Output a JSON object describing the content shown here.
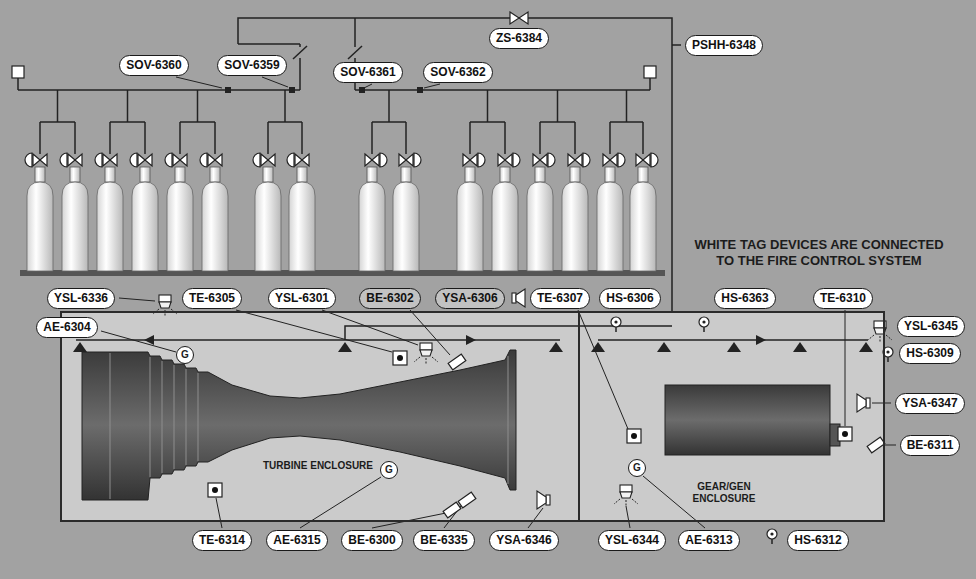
{
  "diagram": {
    "nodes": [
      {
        "text": [
          "SOV-6360"
        ]
      },
      {
        "text": [
          "SOV-6359"
        ]
      },
      {
        "text": [
          "ZS-6384"
        ]
      },
      {
        "text": [
          "SOV-6361"
        ]
      },
      {
        "text": [
          "SOV-6362"
        ]
      },
      {
        "text": [
          "PSHH-6348"
        ]
      },
      {
        "text": [
          "YSL-6336"
        ]
      },
      {
        "text": [
          "TE-6305"
        ]
      },
      {
        "text": [
          "YSL-6301"
        ]
      },
      {
        "text": [
          "BE-6302"
        ]
      },
      {
        "text": [
          "YSA-6306"
        ]
      },
      {
        "text": [
          "TE-6307"
        ]
      },
      {
        "text": [
          "HS-6306"
        ]
      },
      {
        "text": [
          "HS-6363"
        ]
      },
      {
        "text": [
          "TE-6310"
        ]
      },
      {
        "text": [
          "TURBINE ENCLOSURE"
        ]
      },
      {
        "text": [
          "G"
        ],
        "in": 15
      },
      {
        "text": [
          "G"
        ],
        "in": 15
      },
      {
        "text": [
          "GEAR/GEN ENCLOSURE"
        ]
      },
      {
        "text": [
          "G"
        ],
        "in": 18
      },
      {
        "text": [
          "AE-6304"
        ]
      },
      {
        "text": [
          "YSL-6345"
        ]
      },
      {
        "text": [
          "HS-6309"
        ]
      },
      {
        "text": [
          "YSA-6347"
        ]
      },
      {
        "text": [
          "BE-6311"
        ]
      },
      {
        "text": [
          "TE-6314"
        ]
      },
      {
        "text": [
          "AE-6315"
        ]
      },
      {
        "text": [
          "BE-6300"
        ]
      },
      {
        "text": [
          "BE-6335"
        ]
      },
      {
        "text": [
          "YSA-6346"
        ]
      },
      {
        "text": [
          "YSL-6344"
        ]
      },
      {
        "text": [
          "AE-6313"
        ]
      },
      {
        "text": [
          "HS-6312"
        ]
      }
    ],
    "labels": [
      "WHITE TAG DEVICES ARE CONNECTED TO THE FIRE CONTROL SYSTEM"
    ]
  }
}
